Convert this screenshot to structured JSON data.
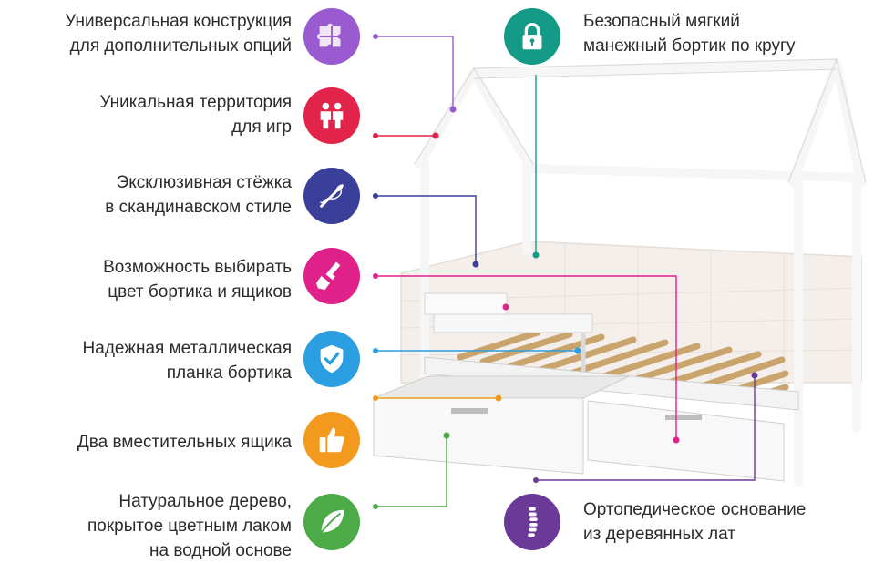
{
  "features_left": [
    {
      "id": "universal",
      "icon": "puzzle-icon",
      "color": "#9b5bd0",
      "lines": [
        "Универсальная конструкция",
        "для дополнительных опций"
      ]
    },
    {
      "id": "play",
      "icon": "children-icon",
      "color": "#e3244a",
      "lines": [
        "Уникальная территория",
        "для игр"
      ]
    },
    {
      "id": "stitch",
      "icon": "needle-icon",
      "color": "#3a3f9a",
      "lines": [
        "Эксклюзивная стёжка",
        "в скандинавском стиле"
      ]
    },
    {
      "id": "color",
      "icon": "paintbrush-icon",
      "color": "#e0218a",
      "lines": [
        "Возможность выбирать",
        "цвет бортика и ящиков"
      ]
    },
    {
      "id": "rail",
      "icon": "shield-check-icon",
      "color": "#2a9ee0",
      "lines": [
        "Надежная металлическая",
        "планка бортика"
      ]
    },
    {
      "id": "drawers",
      "icon": "thumbs-up-icon",
      "color": "#f39a1e",
      "lines": [
        "Два вместительных ящика"
      ]
    },
    {
      "id": "wood",
      "icon": "leaf-icon",
      "color": "#4caa47",
      "lines": [
        "Натуральное дерево,",
        "покрытое цветным лаком",
        "на водной основе"
      ]
    }
  ],
  "features_right": [
    {
      "id": "safe",
      "icon": "lock-icon",
      "color": "#149a87",
      "lines": [
        "Безопасный мягкий",
        "манежный бортик по кругу"
      ]
    },
    {
      "id": "ortho",
      "icon": "spine-icon",
      "color": "#6b3a98",
      "lines": [
        "Ортопедическое основание",
        "из деревянных лат"
      ]
    }
  ]
}
